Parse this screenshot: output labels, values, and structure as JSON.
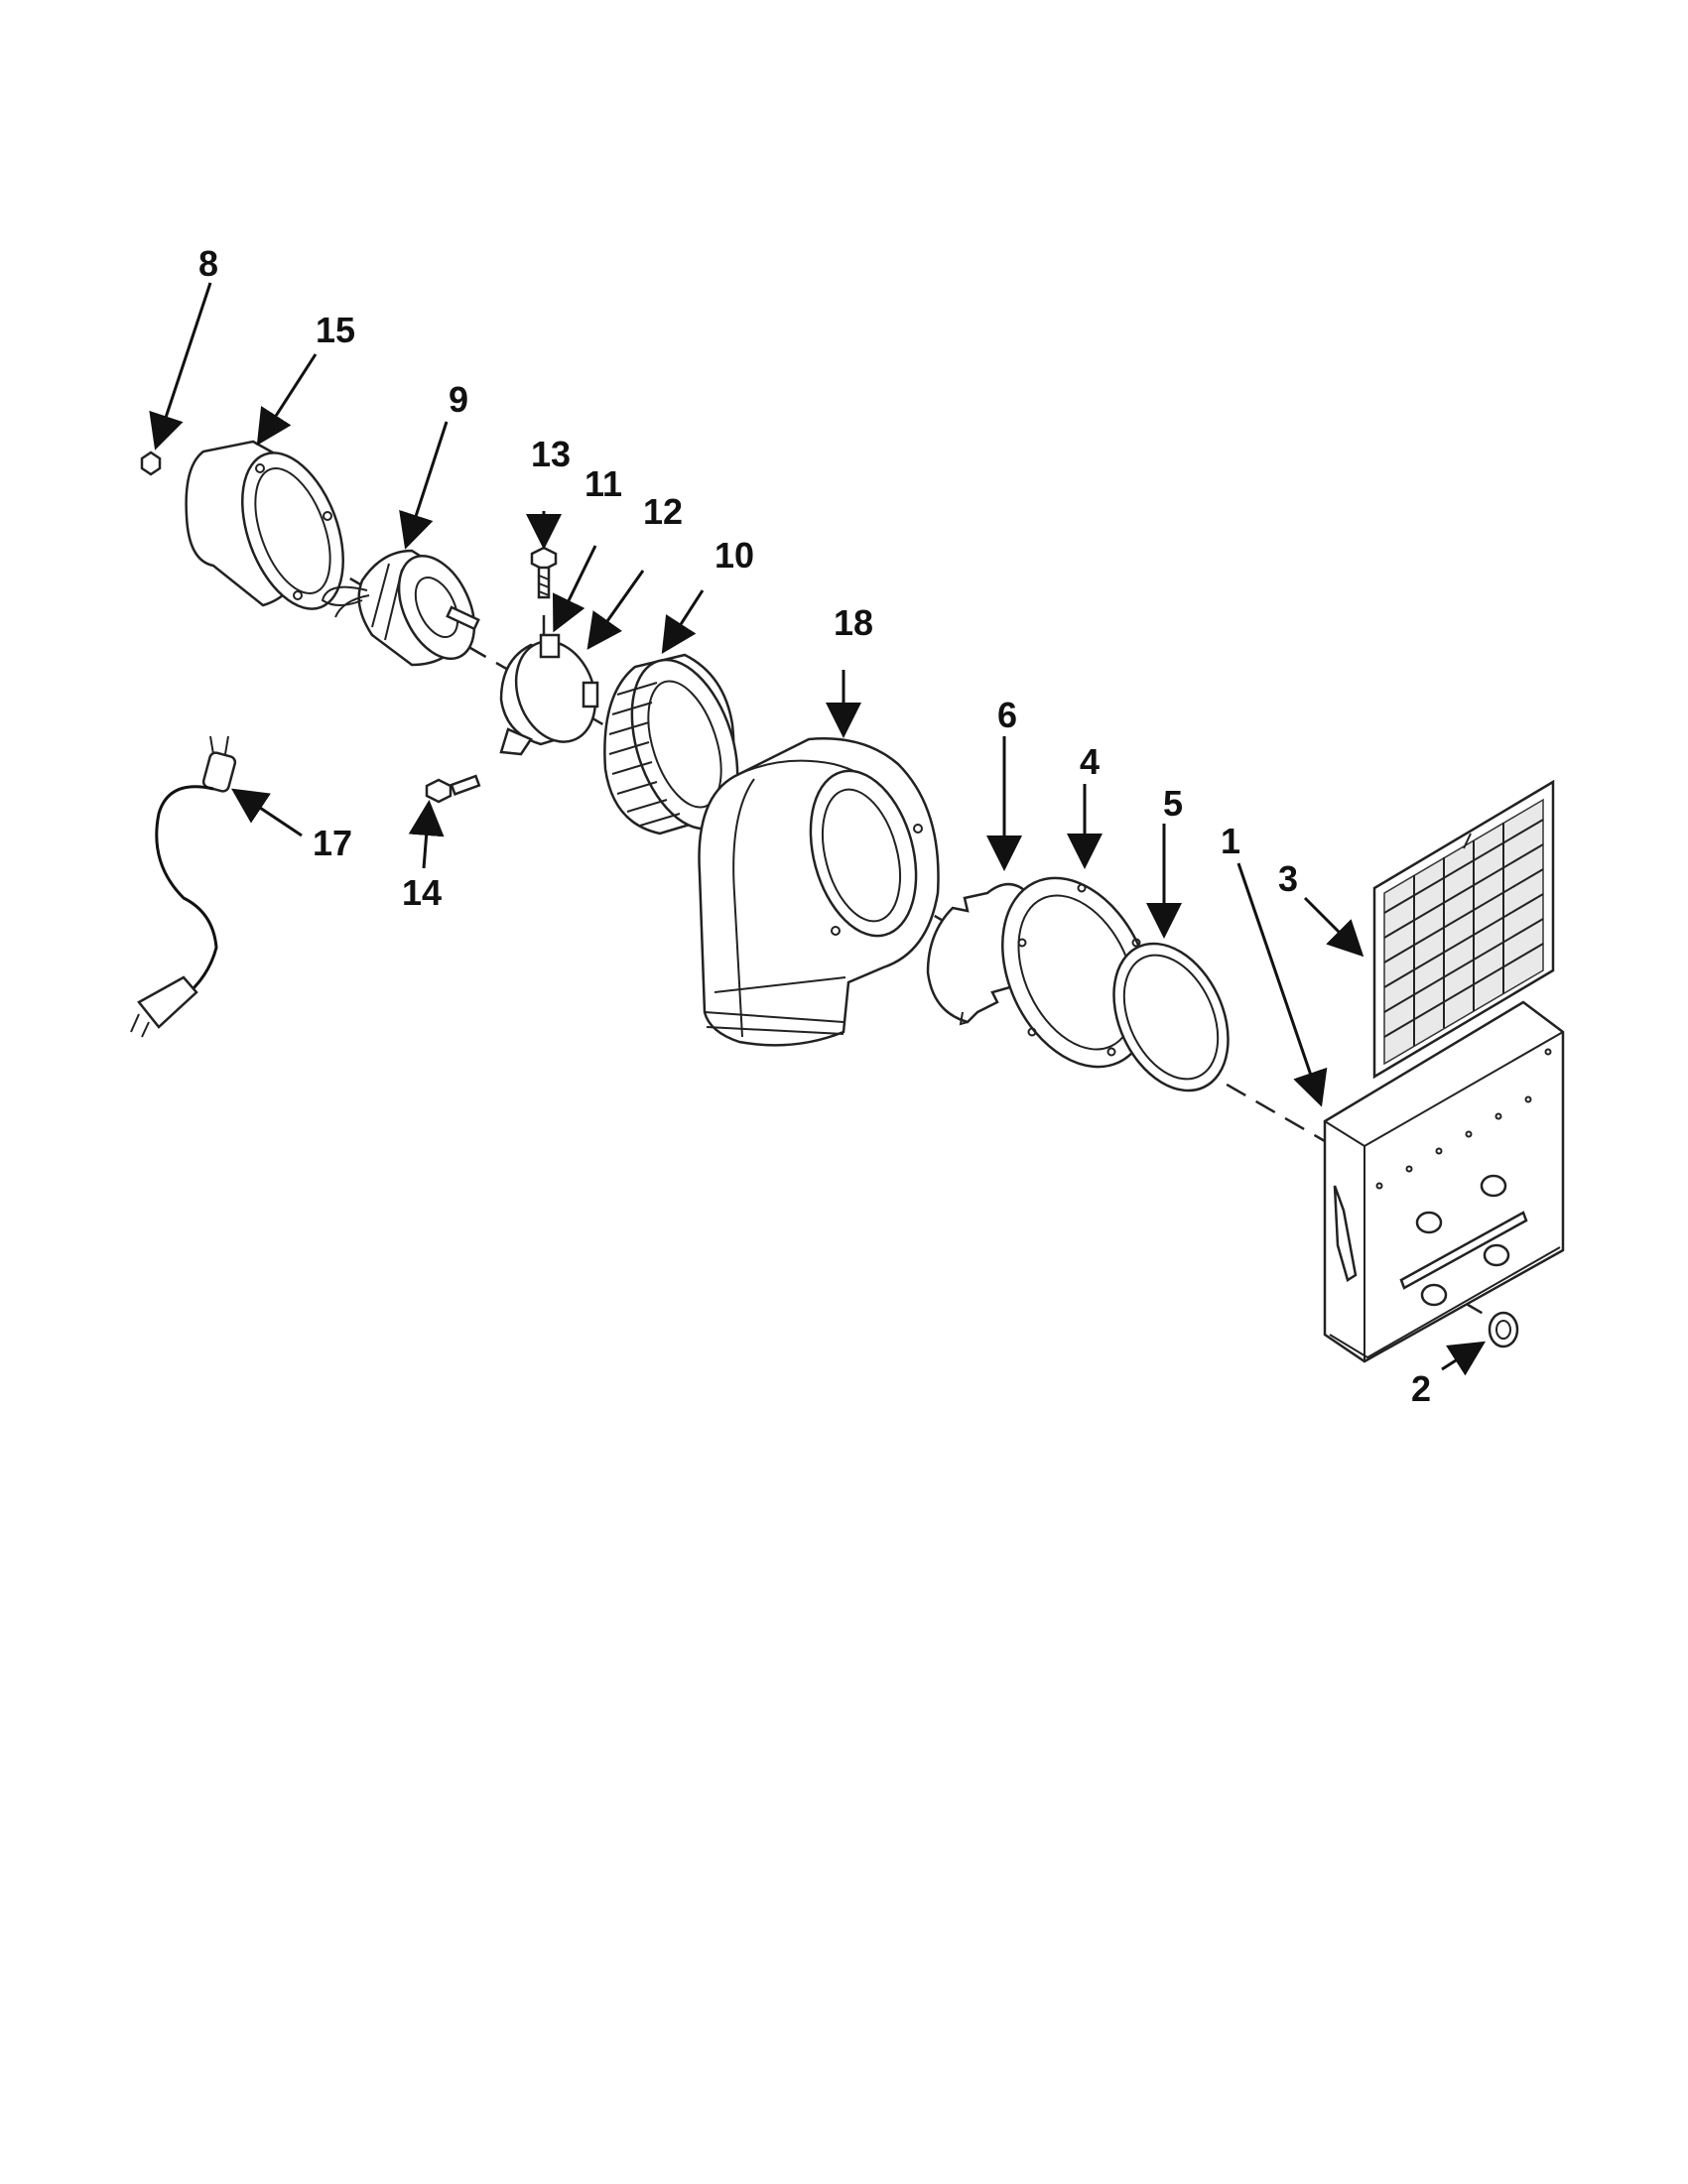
{
  "callouts": {
    "p1": "1",
    "p2": "2",
    "p3": "3",
    "p4": "4",
    "p5": "5",
    "p6": "6",
    "p8": "8",
    "p9": "9",
    "p10": "10",
    "p11": "11",
    "p12": "12",
    "p13": "13",
    "p14": "14",
    "p15": "15",
    "p17": "17",
    "p18": "18"
  },
  "colors": {
    "ink": "#111111",
    "background": "#ffffff"
  }
}
